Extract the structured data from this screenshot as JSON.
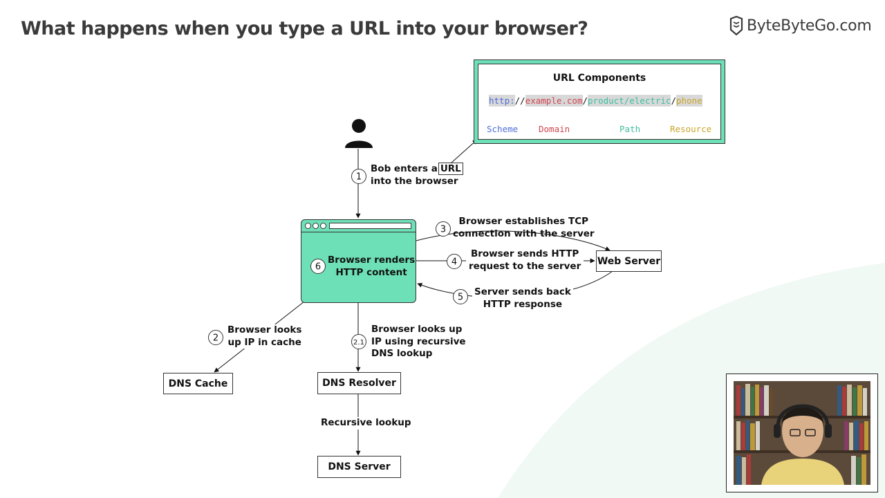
{
  "header": {
    "title": "What happens when you type a URL into your browser?",
    "brand": "ByteByteGo.com"
  },
  "url_panel": {
    "title": "URL Components",
    "segments": {
      "scheme": "http:",
      "sep1": "//",
      "domain": "example.com",
      "sep2": "/",
      "path": "product/electric",
      "sep3": "/",
      "resource": "phone"
    },
    "labels": {
      "scheme": "Scheme",
      "domain": "Domain",
      "path": "Path",
      "resource": "Resource"
    }
  },
  "steps": {
    "s1": {
      "number": "1",
      "line1_a": "Bob enters a",
      "url_word": "URL",
      "line2": "into the browser"
    },
    "s2": {
      "number": "2",
      "line1": "Browser looks",
      "line2": "up IP in cache"
    },
    "s21": {
      "number": "2.1",
      "line1": "Browser looks up",
      "line2": "IP using recursive",
      "line3": "DNS lookup"
    },
    "s3": {
      "number": "3",
      "line1": "Browser establishes TCP",
      "line2": "connection with the server"
    },
    "s4": {
      "number": "4",
      "line1": "Browser sends HTTP",
      "line2": "request to the server"
    },
    "s5": {
      "number": "5",
      "line1": "Server sends back",
      "line2": "HTTP response"
    },
    "s6": {
      "number": "6",
      "line1": "Browser renders",
      "line2": "HTTP content"
    }
  },
  "nodes": {
    "web_server": "Web Server",
    "dns_cache": "DNS Cache",
    "dns_resolver": "DNS Resolver",
    "dns_server": "DNS Server",
    "recursive_lookup": "Recursive lookup"
  },
  "colors": {
    "accent_green": "#6ee0b8",
    "scheme": "#4f6ed8",
    "domain": "#d0454f",
    "path": "#3fbfa0",
    "resource": "#c9a52a"
  }
}
